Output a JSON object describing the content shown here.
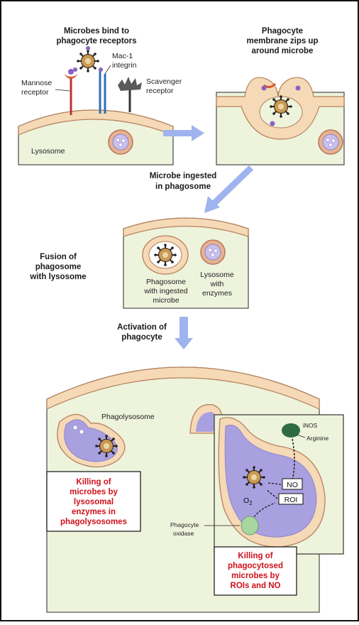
{
  "stage1": {
    "title_line1": "Microbes bind to",
    "title_line2": "phagocyte receptors",
    "mannose_line1": "Mannose",
    "mannose_line2": "receptor",
    "mac1_line1": "Mac-1",
    "mac1_line2": "integrin",
    "scavenger_line1": "Scavenger",
    "scavenger_line2": "receptor",
    "lysosome": "Lysosome"
  },
  "stage2": {
    "title_line1": "Phagocyte",
    "title_line2": "membrane zips up",
    "title_line3": "around microbe"
  },
  "stage3": {
    "title_line1": "Microbe ingested",
    "title_line2": "in phagosome",
    "fusion_line1": "Fusion of",
    "fusion_line2": "phagosome",
    "fusion_line3": "with lysosome",
    "phagosome_line1": "Phagosome",
    "phagosome_line2": "with ingested",
    "phagosome_line3": "microbe",
    "lysosome_line1": "Lysosome",
    "lysosome_line2": "with",
    "lysosome_line3": "enzymes"
  },
  "stage4": {
    "activation_line1": "Activation of",
    "activation_line2": "phagocyte",
    "phagolysosome": "Phagolysosome",
    "inos": "iNOS",
    "arginine": "Arginine",
    "no": "NO",
    "roi": "ROI",
    "o2": "O",
    "o2_sub": "2",
    "oxidase_line1": "Phagocyte",
    "oxidase_line2": "oxidase",
    "kill1_line1": "Killing of",
    "kill1_line2": "microbes by",
    "kill1_line3": "lysosomal",
    "kill1_line4": "enzymes in",
    "kill1_line5": "phagolysosomes",
    "kill2_line1": "Killing of",
    "kill2_line2": "phagocytosed",
    "kill2_line3": "microbes by",
    "kill2_line4": "ROIs and NO"
  },
  "colors": {
    "cell_fill": "#eef3dc",
    "membrane": "#f6d9b6",
    "membrane_stroke": "#b4825c",
    "vacuole": "#a9a0e0",
    "lysosome": "#e2a890",
    "arrow": "#9fb4ee",
    "kill_text": "#d0101a",
    "enzyme_green": "#a7d6a0",
    "inos_green": "#2e6b44"
  }
}
